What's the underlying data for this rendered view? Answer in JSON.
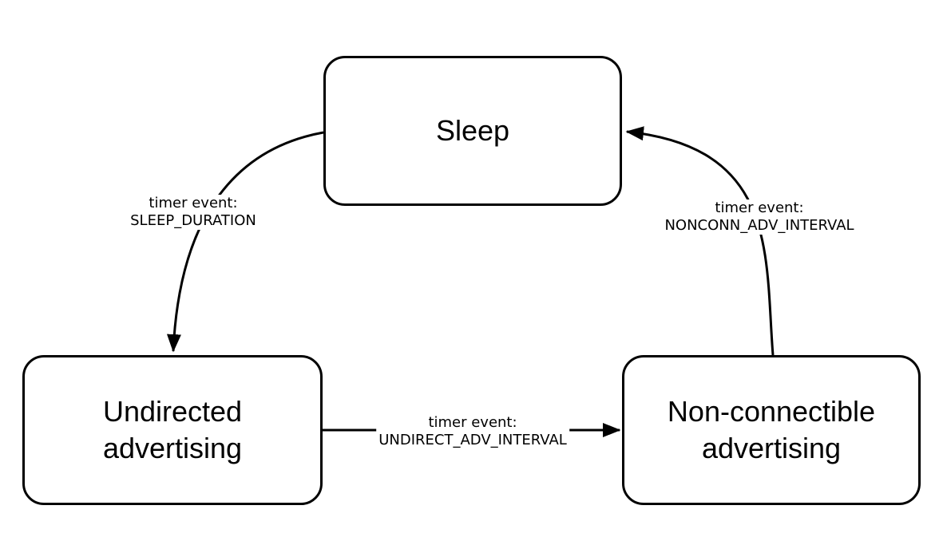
{
  "diagram": {
    "type": "state-machine",
    "colors": {
      "background": "#ffffff",
      "stroke": "#000000",
      "text": "#000000"
    },
    "states": [
      {
        "name": "sleep",
        "lines": [
          "Sleep"
        ]
      },
      {
        "name": "undirected-advertising",
        "lines": [
          "Undirected",
          "advertising"
        ]
      },
      {
        "name": "non-connectible-advertising",
        "lines": [
          "Non-connectible",
          "advertising"
        ]
      }
    ],
    "transitions": [
      {
        "name": "sleep-to-undirected",
        "from": "Sleep",
        "to": "Undirected advertising",
        "label_lines": [
          "timer event:",
          "SLEEP_DURATION"
        ]
      },
      {
        "name": "undirected-to-non-connectible",
        "from": "Undirected advertising",
        "to": "Non-connectible advertising",
        "label_lines": [
          "timer event:",
          "UNDIRECT_ADV_INTERVAL"
        ]
      },
      {
        "name": "non-connectible-to-sleep",
        "from": "Non-connectible advertising",
        "to": "Sleep",
        "label_lines": [
          "timer event:",
          "NONCONN_ADV_INTERVAL"
        ]
      }
    ]
  }
}
